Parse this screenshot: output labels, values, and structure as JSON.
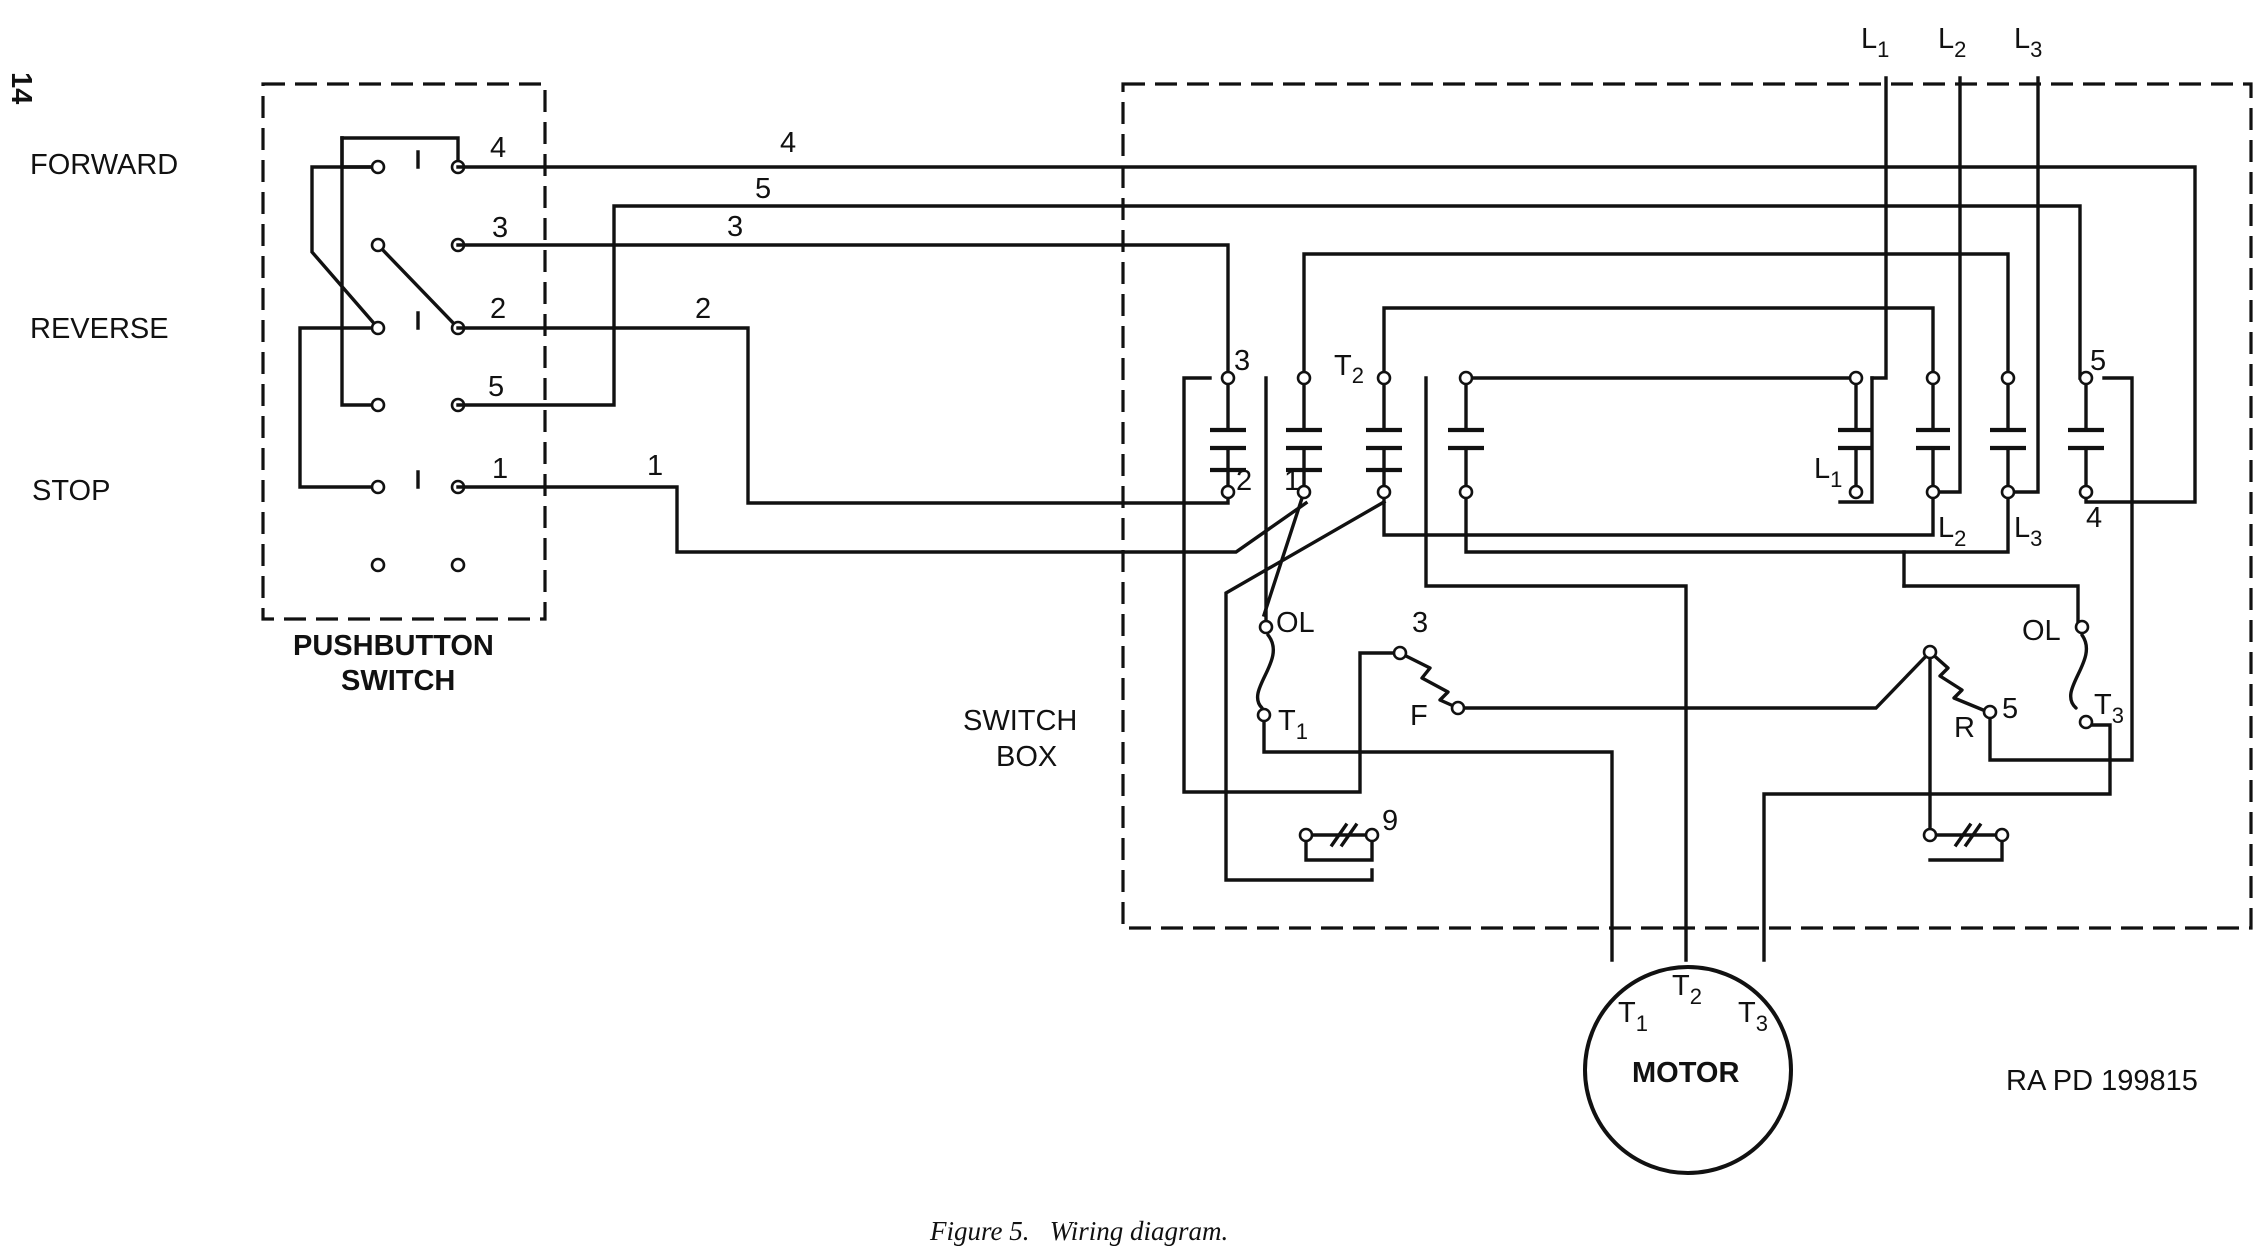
{
  "page_number": "14",
  "pushbutton_switch": {
    "labels": {
      "forward": "FORWARD",
      "reverse": "REVERSE",
      "stop": "STOP"
    },
    "terminals": [
      "4",
      "3",
      "2",
      "5",
      "1"
    ],
    "title_line1": "PUSHBUTTON",
    "title_line2": "SWITCH"
  },
  "wires": {
    "w4": "4",
    "w5": "5",
    "w3": "3",
    "w2": "2",
    "w1": "1"
  },
  "switch_box": {
    "title_line1": "SWITCH",
    "title_line2": "BOX",
    "terminals": {
      "t3": "3",
      "t2": "2",
      "t1": "1",
      "tT2": "T",
      "t5": "5",
      "t4": "4",
      "oL1": "L",
      "oL2": "L",
      "oL3": "L"
    },
    "overload": {
      "ol_left": "OL",
      "ol_right": "OL",
      "t1": "T",
      "t3": "T",
      "f": "F",
      "r": "R",
      "n3": "3",
      "n5": "5",
      "n9": "9"
    }
  },
  "supply_lines": [
    "L",
    "L",
    "L"
  ],
  "motor": {
    "label": "MOTOR",
    "t1": "T",
    "t2": "T",
    "t3": "T"
  },
  "subscripts": [
    "1",
    "2",
    "3"
  ],
  "reference": "RA PD 199815",
  "caption": "Figure 5.   Wiring diagram."
}
